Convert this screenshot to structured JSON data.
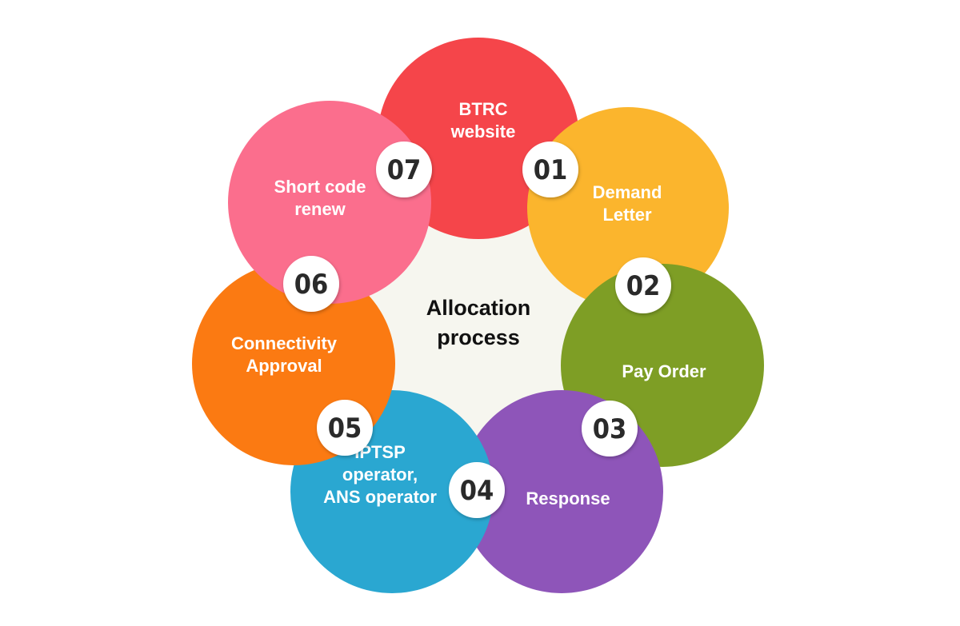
{
  "center": {
    "line1": "Allocation",
    "line2": "process"
  },
  "steps": [
    {
      "number": "01",
      "lines": [
        "BTRC",
        "website"
      ],
      "color": "#f5454a"
    },
    {
      "number": "02",
      "lines": [
        "Demand",
        "Letter"
      ],
      "color": "#fbb52d"
    },
    {
      "number": "03",
      "lines": [
        "Pay Order"
      ],
      "color": "#7e9e25"
    },
    {
      "number": "04",
      "lines": [
        "Response"
      ],
      "color": "#8e55b9"
    },
    {
      "number": "05",
      "lines": [
        "IPTSP",
        "operator,",
        "ANS operator"
      ],
      "color": "#2aa7d1"
    },
    {
      "number": "06",
      "lines": [
        "Connectivity",
        "Approval"
      ],
      "color": "#fb7a12"
    },
    {
      "number": "07",
      "lines": [
        "Short code",
        "renew"
      ],
      "color": "#fb6e8d"
    }
  ]
}
